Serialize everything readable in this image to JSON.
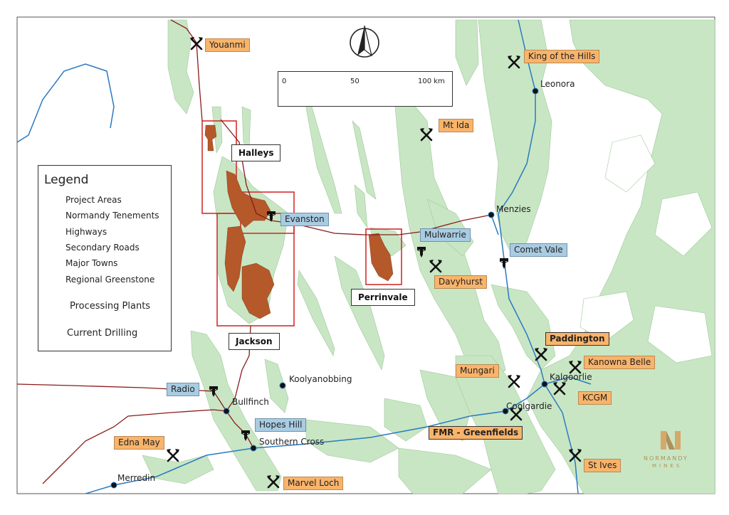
{
  "legend": {
    "title": "Legend",
    "items": [
      {
        "label": "Project Areas",
        "icon": "project-area-swatch"
      },
      {
        "label": "Normandy Tenements",
        "icon": "tenement-swatch"
      },
      {
        "label": "Highways",
        "icon": "highway-line"
      },
      {
        "label": "Secondary Roads",
        "icon": "secondary-road-line"
      },
      {
        "label": "Major Towns",
        "icon": "town-dot"
      },
      {
        "label": "Regional Greenstone",
        "icon": "greenstone-swatch"
      },
      {
        "label": "Processing Plants",
        "icon": "pickaxe-icon"
      },
      {
        "label": "Current Drilling",
        "icon": "drill-icon"
      }
    ]
  },
  "scale_bar": {
    "ticks": [
      "0",
      "50",
      "100 km"
    ]
  },
  "towns": {
    "leonora": "Leonora",
    "menzies": "Menzies",
    "koolyanobbing": "Koolyanobbing",
    "bullfinch": "Bullfinch",
    "southern_cross": "Southern Cross",
    "merredin": "Merredin",
    "kalgoorlie": "Kalgoorlie",
    "coolgardie": "Coolgardie"
  },
  "plants": {
    "youanmi": "Youanmi",
    "king_of_the_hills": "King of the Hills",
    "mt_ida": "Mt Ida",
    "davyhurst": "Davyhurst",
    "kanowna_belle": "Kanowna Belle",
    "mungari": "Mungari",
    "kcgm": "KCGM",
    "edna_may": "Edna May",
    "marvel_loch": "Marvel Loch",
    "st_ives": "St Ives"
  },
  "drilling": {
    "evanston": "Evanston",
    "mulwarrie": "Mulwarrie",
    "comet_vale": "Comet Vale",
    "radio": "Radio",
    "hopes_hill": "Hopes Hill"
  },
  "highlighted": {
    "paddington": "Paddington",
    "fmr_greenfields": "FMR - Greenfields"
  },
  "projects": {
    "halleys": "Halleys",
    "perrinvale": "Perrinvale",
    "jackson": "Jackson"
  },
  "logo": {
    "brand": "NORMANDY",
    "sub": "MINES"
  },
  "colors": {
    "greenstone": "#c8e6c4",
    "tenement": "#b5582a",
    "project_border": "#d32f2f",
    "highway": "#2a7ac0",
    "secondary_road": "#8b1a1a",
    "plant_label": "#f9b46b",
    "drilling_label": "#a9cce3"
  }
}
